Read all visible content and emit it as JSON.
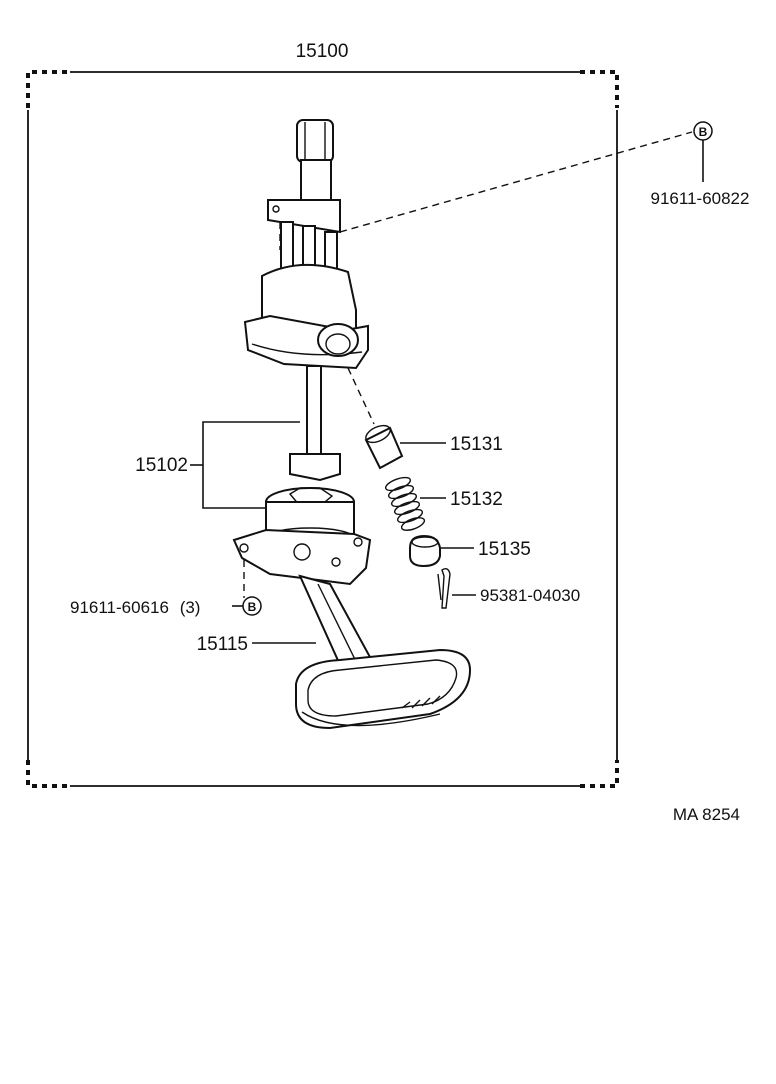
{
  "assembly": {
    "part_number": "15100"
  },
  "callouts": {
    "bolt_top": {
      "part_number": "91611-60822",
      "badge": "B"
    },
    "drive_shaft": {
      "part_number": "15102"
    },
    "relief_valve": {
      "part_number": "15131"
    },
    "relief_spring": {
      "part_number": "15132"
    },
    "spring_retainer": {
      "part_number": "15135"
    },
    "cotter_pin": {
      "part_number": "95381-04030"
    },
    "bolt_bottom": {
      "part_number": "91611-60616",
      "quantity": "(3)",
      "badge": "B"
    },
    "strainer": {
      "part_number": "15115"
    }
  },
  "figure_code": "MA 8254"
}
